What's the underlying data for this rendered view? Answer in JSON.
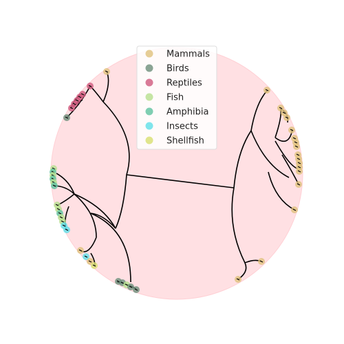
{
  "legend": {
    "items": [
      {
        "label": "Mammals",
        "color": "#e0c27d"
      },
      {
        "label": "Birds",
        "color": "#6d8f7a"
      },
      {
        "label": "Reptiles",
        "color": "#d05a7e"
      },
      {
        "label": "Fish",
        "color": "#b6e08e"
      },
      {
        "label": "Amphibia",
        "color": "#5fc3a0"
      },
      {
        "label": "Insects",
        "color": "#5fe0e8"
      },
      {
        "label": "Shellfish",
        "color": "#d8e070"
      }
    ]
  },
  "colors": {
    "disk_fill": "#ffe0e3",
    "disk_edge": "#ffd0d5",
    "branch": "#000000"
  }
}
